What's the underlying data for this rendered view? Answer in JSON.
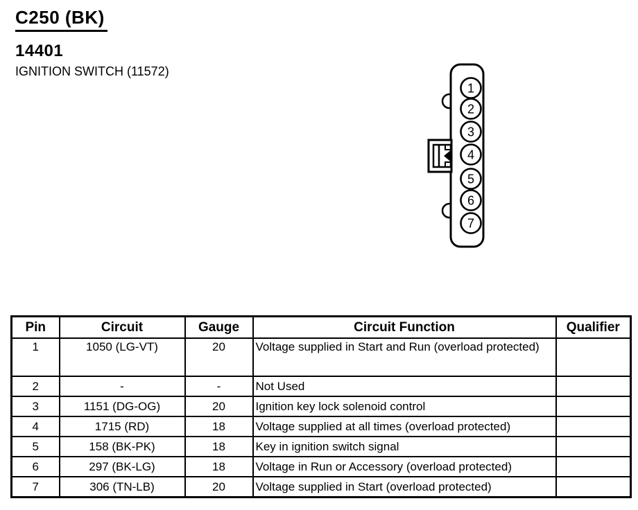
{
  "header": {
    "connector_id": "C250 (BK)",
    "part_number": "14401",
    "part_name": "IGNITION SWITCH (11572)"
  },
  "connector": {
    "pins": [
      "1",
      "2",
      "3",
      "4",
      "5",
      "6",
      "7"
    ]
  },
  "table": {
    "headers": [
      "Pin",
      "Circuit",
      "Gauge",
      "Circuit Function",
      "Qualifier"
    ],
    "rows": [
      {
        "pin": "1",
        "circuit": "1050 (LG-VT)",
        "gauge": "20",
        "function": "Voltage supplied in Start and Run (overload protected)",
        "qualifier": ""
      },
      {
        "pin": "2",
        "circuit": "-",
        "gauge": "-",
        "function": "Not Used",
        "qualifier": ""
      },
      {
        "pin": "3",
        "circuit": "1151 (DG-OG)",
        "gauge": "20",
        "function": "Ignition key lock solenoid control",
        "qualifier": ""
      },
      {
        "pin": "4",
        "circuit": "1715 (RD)",
        "gauge": "18",
        "function": "Voltage supplied at all times (overload protected)",
        "qualifier": ""
      },
      {
        "pin": "5",
        "circuit": "158 (BK-PK)",
        "gauge": "18",
        "function": "Key in ignition switch signal",
        "qualifier": ""
      },
      {
        "pin": "6",
        "circuit": "297 (BK-LG)",
        "gauge": "18",
        "function": "Voltage in Run or Accessory (overload protected)",
        "qualifier": ""
      },
      {
        "pin": "7",
        "circuit": "306 (TN-LB)",
        "gauge": "20",
        "function": "Voltage supplied in Start (overload protected)",
        "qualifier": ""
      }
    ]
  },
  "colors": {
    "ink": "#000000",
    "paper": "#ffffff"
  }
}
